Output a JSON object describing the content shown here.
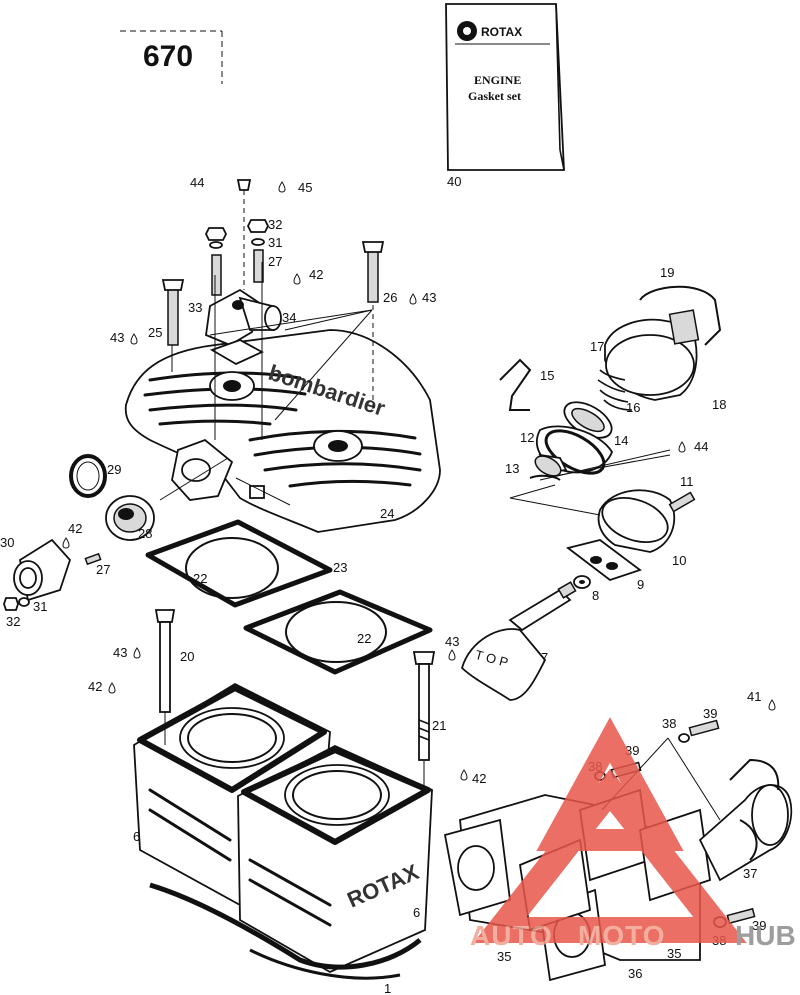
{
  "model_number": "670",
  "booklet": {
    "brand": "ROTAX",
    "title_line1": "ENGINE",
    "title_line2": "Gasket set"
  },
  "embossed_text": {
    "cylinder_head": "bombardier",
    "cylinder": "ROTAX"
  },
  "watermark": {
    "auto": "AUTO",
    "moto": "MOTO",
    "hub": "HUB",
    "colors": {
      "triangle": "#e8574a",
      "text": "#f3a08f",
      "hub": "#8c8c8c"
    }
  },
  "callouts": [
    "44",
    "45",
    "40",
    "32",
    "31",
    "27",
    "42",
    "26",
    "43",
    "25",
    "43",
    "33",
    "34",
    "19",
    "17",
    "18",
    "15",
    "16",
    "12",
    "14",
    "13",
    "44",
    "29",
    "24",
    "11",
    "28",
    "30",
    "42",
    "27",
    "10",
    "31",
    "32",
    "23",
    "22",
    "9",
    "8",
    "22",
    "43",
    "7",
    "20",
    "43",
    "42",
    "41",
    "39",
    "21",
    "38",
    "39",
    "42",
    "38",
    "6",
    "37",
    "6",
    "39",
    "38",
    "35",
    "35",
    "36",
    "1"
  ]
}
